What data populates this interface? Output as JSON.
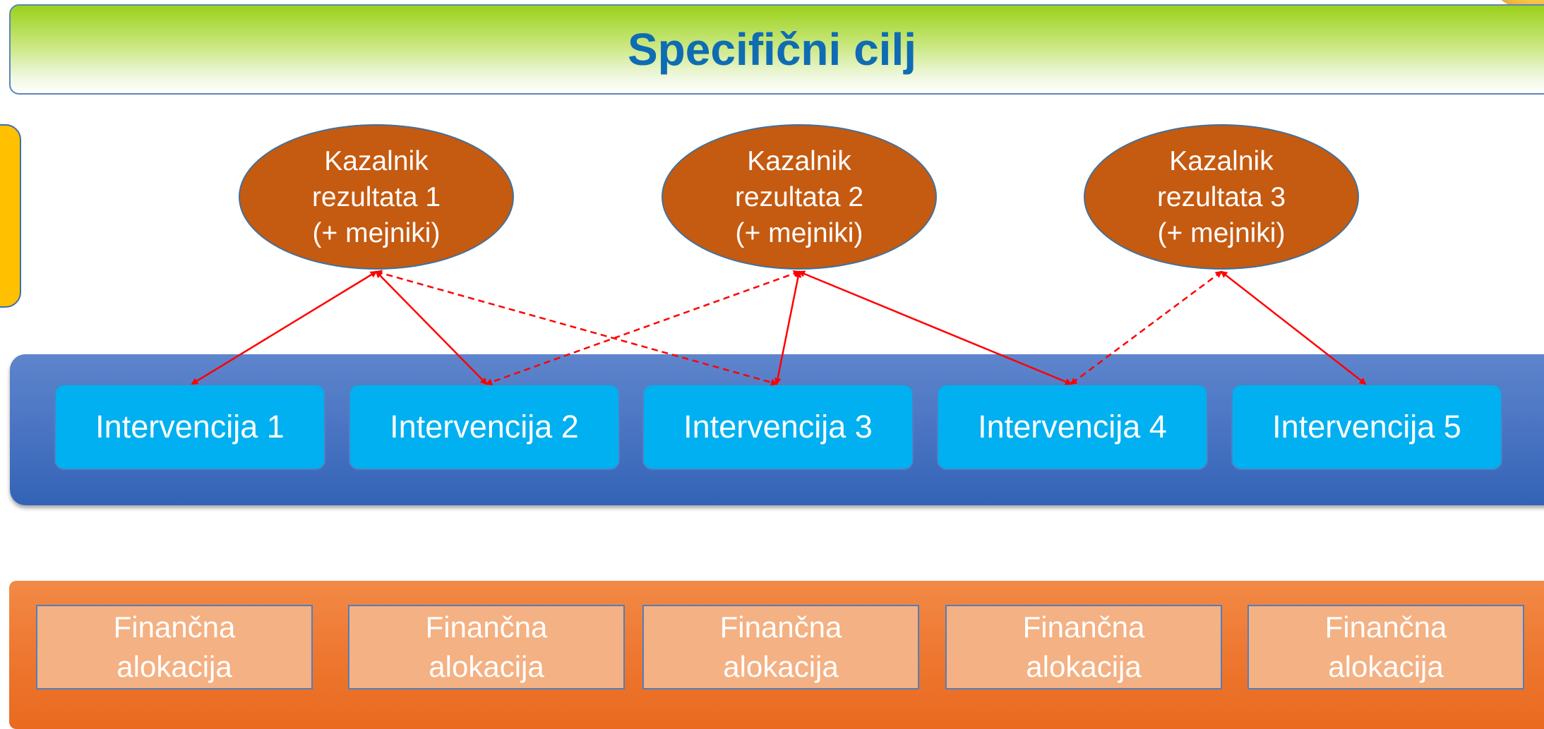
{
  "header": {
    "title": "Specifični cilj"
  },
  "indicators": [
    {
      "line1": "Kazalnik",
      "line2": "rezultata 1",
      "line3": "(+ mejniki)"
    },
    {
      "line1": "Kazalnik",
      "line2": "rezultata 2",
      "line3": "(+ mejniki)"
    },
    {
      "line1": "Kazalnik",
      "line2": "rezultata 3",
      "line3": "(+ mejniki)"
    }
  ],
  "interventions": [
    {
      "label": "Intervencija 1"
    },
    {
      "label": "Intervencija 2"
    },
    {
      "label": "Intervencija 3"
    },
    {
      "label": "Intervencija 4"
    },
    {
      "label": "Intervencija 5"
    }
  ],
  "financial": [
    {
      "line1": "Finančna",
      "line2": "alokacija"
    },
    {
      "line1": "Finančna",
      "line2": "alokacija"
    },
    {
      "line1": "Finančna",
      "line2": "alokacija"
    },
    {
      "line1": "Finančna",
      "line2": "alokacija"
    },
    {
      "line1": "Finančna",
      "line2": "alokacija"
    }
  ],
  "links": [
    {
      "indicator": 1,
      "intervention": 1,
      "style": "solid"
    },
    {
      "indicator": 1,
      "intervention": 2,
      "style": "solid"
    },
    {
      "indicator": 1,
      "intervention": 3,
      "style": "dashed"
    },
    {
      "indicator": 2,
      "intervention": 2,
      "style": "dashed"
    },
    {
      "indicator": 2,
      "intervention": 3,
      "style": "solid"
    },
    {
      "indicator": 2,
      "intervention": 4,
      "style": "solid"
    },
    {
      "indicator": 3,
      "intervention": 4,
      "style": "dashed"
    },
    {
      "indicator": 3,
      "intervention": 5,
      "style": "solid"
    }
  ],
  "colors": {
    "header_title": "#0f6cb3",
    "indicator_fill": "#c55a11",
    "intervention_fill": "#00b0f0",
    "intervention_band": "#4a74c3",
    "financial_band": "#ee7730",
    "financial_box": "#f4b183",
    "arrow": "#ff0000",
    "left_box": "#ffc000"
  }
}
